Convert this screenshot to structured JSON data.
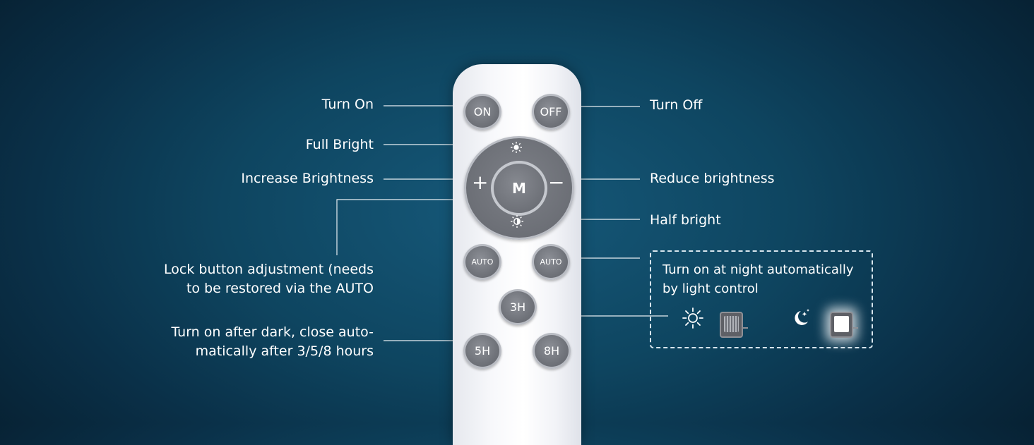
{
  "labels": {
    "turn_on": "Turn On",
    "turn_off": "Turn Off",
    "full_bright": "Full Bright",
    "increase_brightness": "Increase Brightness",
    "reduce_brightness": "Reduce brightness",
    "half_bright": "Half bright",
    "lock_line1": "Lock button adjustment (needs",
    "lock_line2": "to be restored via the AUTO",
    "timer_line1": "Turn on after dark, close auto-",
    "timer_line2": "matically after 3/5/8 hours",
    "auto_line1": "Turn on at night automatically",
    "auto_line2": "by light control"
  },
  "remote": {
    "on": "ON",
    "off": "OFF",
    "m": "M",
    "plus": "+",
    "minus": "−",
    "auto_left": "AUTO",
    "auto_right": "AUTO",
    "h3": "3H",
    "h5": "5H",
    "h8": "8H"
  },
  "icons": [
    "sun-icon",
    "moon-stars-icon",
    "floodlight-off-icon",
    "floodlight-on-icon",
    "full-bright-icon",
    "half-bright-icon"
  ],
  "colors": {
    "background": "#0e4560",
    "remote_body": "#f4f5f8",
    "button": "#70737a",
    "text": "#ffffff"
  }
}
